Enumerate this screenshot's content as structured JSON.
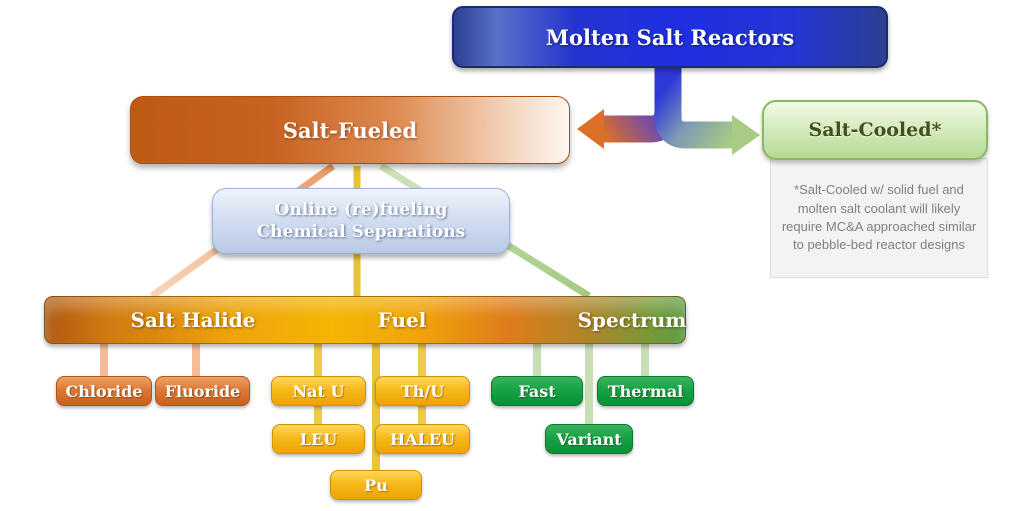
{
  "root": {
    "label": "Molten Salt Reactors"
  },
  "branches": {
    "salt_fueled": {
      "label": "Salt-Fueled"
    },
    "salt_cooled": {
      "label": "Salt-Cooled*",
      "note": "*Salt-Cooled w/ solid fuel and molten salt coolant will likely require MC&A approached similar to pebble-bed reactor designs"
    }
  },
  "process": {
    "line1": "Online (re)fueling",
    "line2": "Chemical Separations"
  },
  "category_bar": {
    "salt_halide": "Salt Halide",
    "fuel": "Fuel",
    "spectrum": "Spectrum"
  },
  "leaves": {
    "chloride": "Chloride",
    "fluoride": "Fluoride",
    "nat_u": "Nat U",
    "th_u": "Th/U",
    "leu": "LEU",
    "haleu": "HALEU",
    "pu": "Pu",
    "fast": "Fast",
    "thermal": "Thermal",
    "variant": "Variant"
  },
  "colors": {
    "root_blue": "#1f2ee0",
    "salt_fueled_orange": "#c25a12",
    "salt_cooled_green": "#cde6b1",
    "halide_orange": "#d2691e",
    "fuel_gold": "#f2b000",
    "spectrum_green": "#129a3d",
    "process_blue": "#c3d2ec",
    "note_gray": "#808080"
  }
}
